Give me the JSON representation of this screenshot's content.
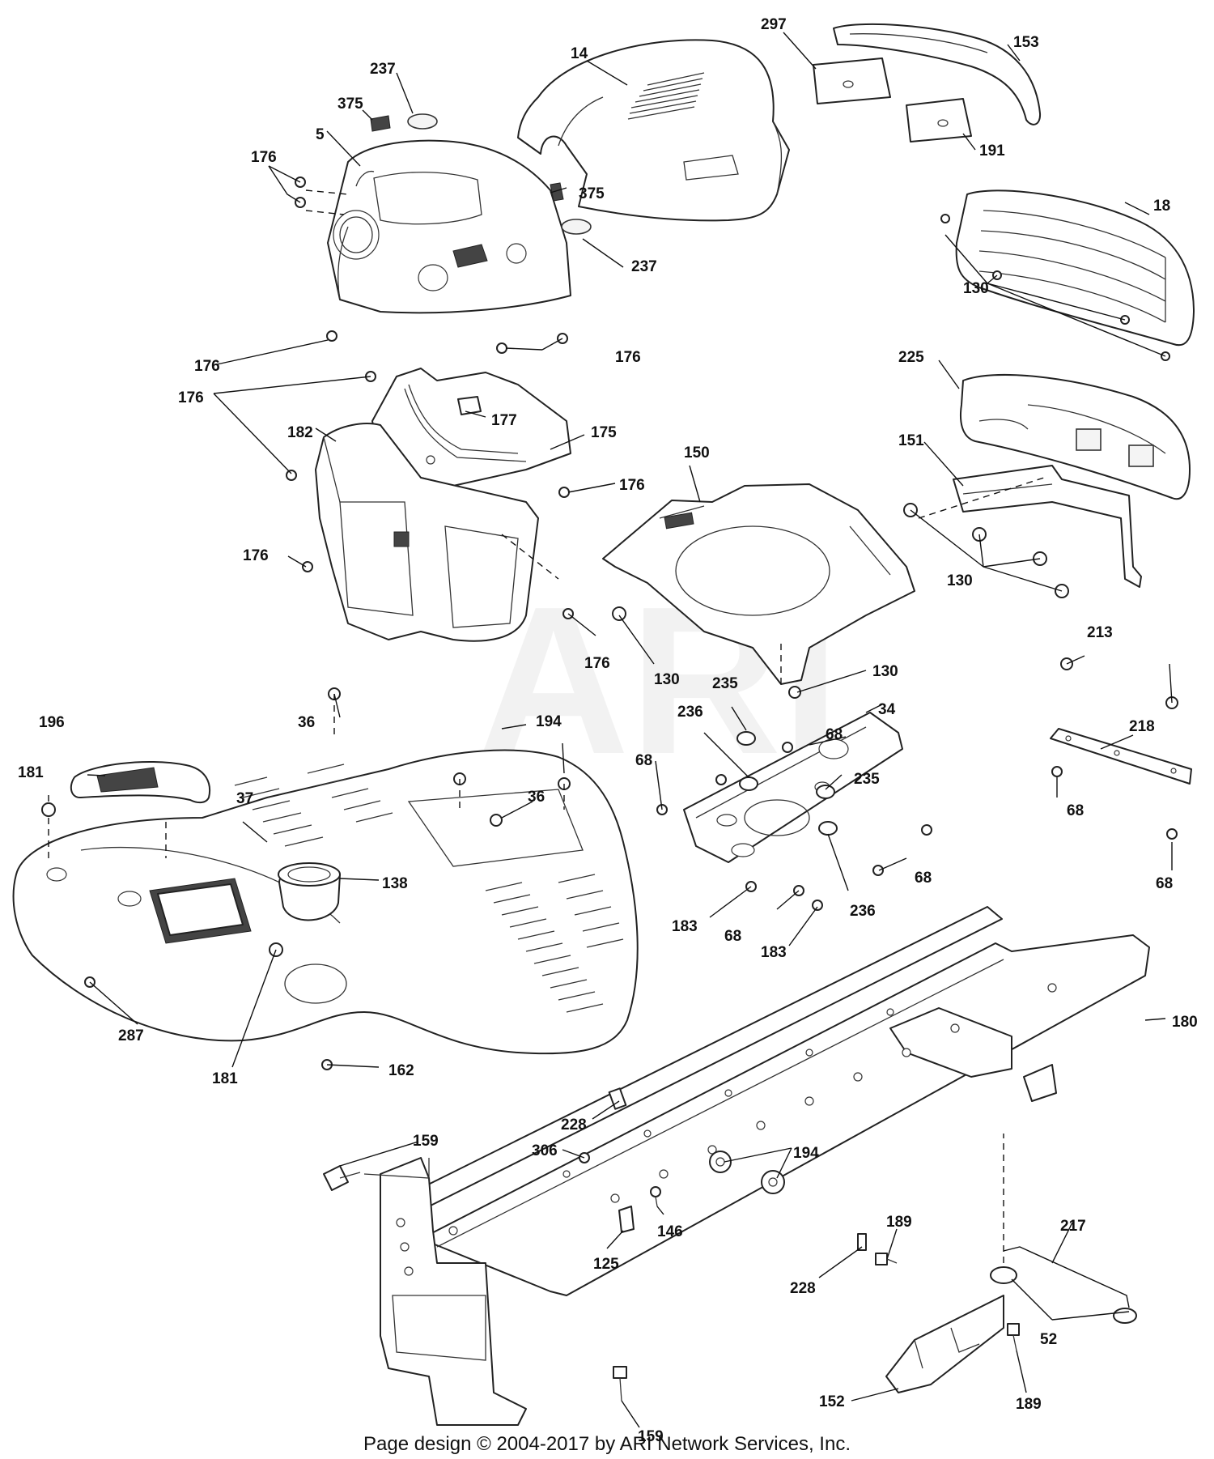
{
  "watermark": "ARI",
  "footer": "Page design © 2004-2017 by ARI Network Services, Inc.",
  "callouts": {
    "c14": "14",
    "c297": "297",
    "c153": "153",
    "c191": "191",
    "c237a": "237",
    "c375a": "375",
    "c5": "5",
    "c176a": "176",
    "c375b": "375",
    "c237b": "237",
    "c18": "18",
    "c130a": "130",
    "c176b": "176",
    "c176c": "176",
    "c176d": "176",
    "c177": "177",
    "c182": "182",
    "c175": "175",
    "c176e": "176",
    "c176f": "176",
    "c176g": "176",
    "c225": "225",
    "c151": "151",
    "c150": "150",
    "c130b": "130",
    "c130c": "130",
    "c130d": "130",
    "c235a": "235",
    "c236a": "236",
    "c68a": "68",
    "c68b": "68",
    "c34": "34",
    "c235b": "235",
    "c68c": "68",
    "c236b": "236",
    "c183a": "183",
    "c68d": "68",
    "c183b": "183",
    "c213": "213",
    "c218": "218",
    "c68e": "68",
    "c68f": "68",
    "c196": "196",
    "c181a": "181",
    "c36a": "36",
    "c194a": "194",
    "c37": "37",
    "c36b": "36",
    "c138": "138",
    "c287": "287",
    "c181b": "181",
    "c162": "162",
    "c180": "180",
    "c228a": "228",
    "c159a": "159",
    "c306": "306",
    "c194b": "194",
    "c146": "146",
    "c125": "125",
    "c189a": "189",
    "c217": "217",
    "c228b": "228",
    "c52": "52",
    "c152": "152",
    "c189b": "189",
    "c159b": "159"
  }
}
